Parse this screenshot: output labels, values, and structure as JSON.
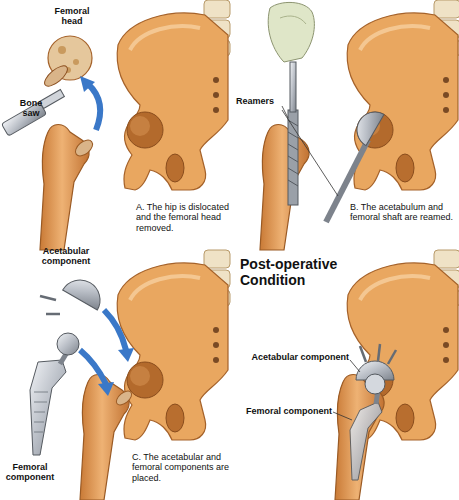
{
  "diagram": {
    "labels": [
      "Femoral head",
      "Bone saw",
      "A. The hip is dislocated and the femoral head removed.",
      "Reamers",
      "B. The acetabulum and femoral shaft are reamed.",
      "Acetabular component",
      "C. The acetabular and femoral components are placed.",
      "Femoral component",
      "Post-operative Condition",
      "Acetabular component",
      "Femoral component"
    ]
  }
}
